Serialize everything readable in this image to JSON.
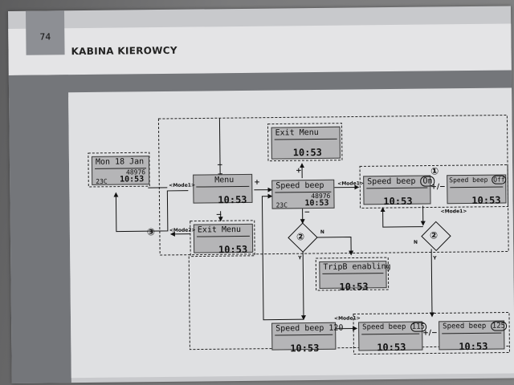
{
  "page": {
    "number": "74",
    "section_title": "KABINA KIEROWCY"
  },
  "diagram": {
    "date_display": {
      "title": "Mon 18 Jan",
      "odometer": "48976",
      "temperature": "23C",
      "time": "10:53"
    },
    "menu": {
      "title": "Menu",
      "time": "10:53"
    },
    "exit_menu_top": {
      "title": "Exit Menu",
      "time": "10:53"
    },
    "exit_menu_bottom": {
      "title": "Exit Menu",
      "time": "10:53"
    },
    "speed_beep": {
      "title": "Speed beep",
      "odometer": "48976",
      "temperature": "23C",
      "time": "10:53"
    },
    "speed_beep_on": {
      "title": "Speed beep",
      "value": "On",
      "time": "10:53"
    },
    "speed_beep_off": {
      "title": "Speed beep",
      "value": "Off",
      "time": "10:53"
    },
    "tripb": {
      "title": "TripB enabling",
      "time": "10:53"
    },
    "speed_beep_120": {
      "title": "Speed beep 120",
      "time": "10:53"
    },
    "speed_beep_115": {
      "title": "Speed beep",
      "value": "115",
      "time": "10:53"
    },
    "speed_beep_125": {
      "title": "Speed beep",
      "value": "125",
      "time": "10:53"
    },
    "tags": {
      "mode1": "<Mode1>",
      "mode2": "<Mode2>"
    },
    "symbols": {
      "plus": "+",
      "minus": "−",
      "plus_minus": "+/−",
      "n": "N",
      "y": "Y",
      "circle1": "①",
      "circle2": "②",
      "circle3": "③"
    }
  }
}
